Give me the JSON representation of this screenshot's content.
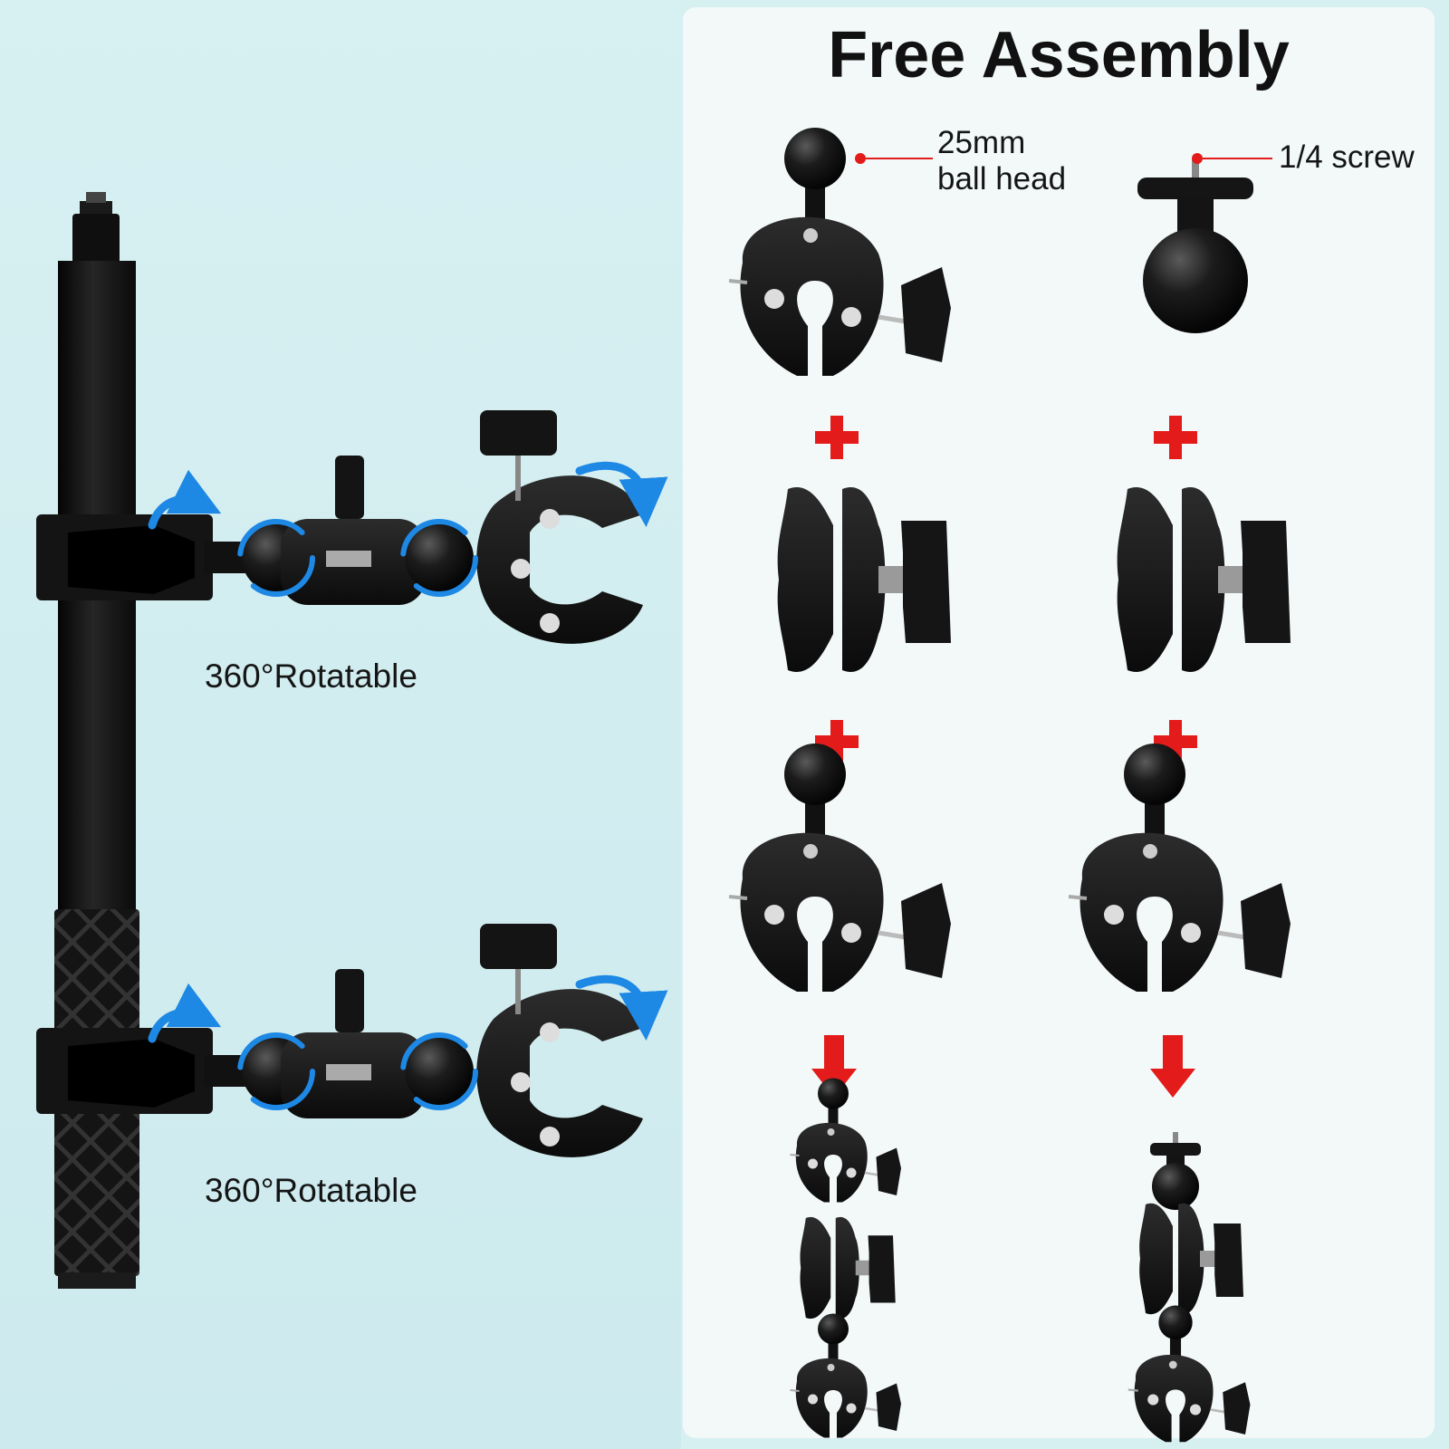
{
  "heading": "Free Assembly",
  "labels": {
    "ball_head_line1": "25mm",
    "ball_head_line2": "ball head",
    "screw": "1/4 screw",
    "rotatable_top": "360°Rotatable",
    "rotatable_bottom": "360°Rotatable"
  },
  "colors": {
    "plus": "#e41b1b",
    "arrow_down": "#e41b1b",
    "rotation_arrow": "#1e88e5",
    "hardware": "#141414",
    "panel_bg": "#f3f9f9",
    "page_bg": "#d6eff1"
  },
  "assembly_columns": [
    {
      "steps": [
        "clamp-with-25mm-ball-head",
        "plus",
        "double-socket-arm",
        "plus",
        "clamp-with-ball-head",
        "arrow-down",
        "clamp-arm-clamp-result"
      ]
    },
    {
      "steps": [
        "1/4-screw-ball-mount",
        "plus",
        "double-socket-arm",
        "plus",
        "clamp-with-ball-head",
        "arrow-down",
        "screw-arm-clamp-result"
      ]
    }
  ]
}
